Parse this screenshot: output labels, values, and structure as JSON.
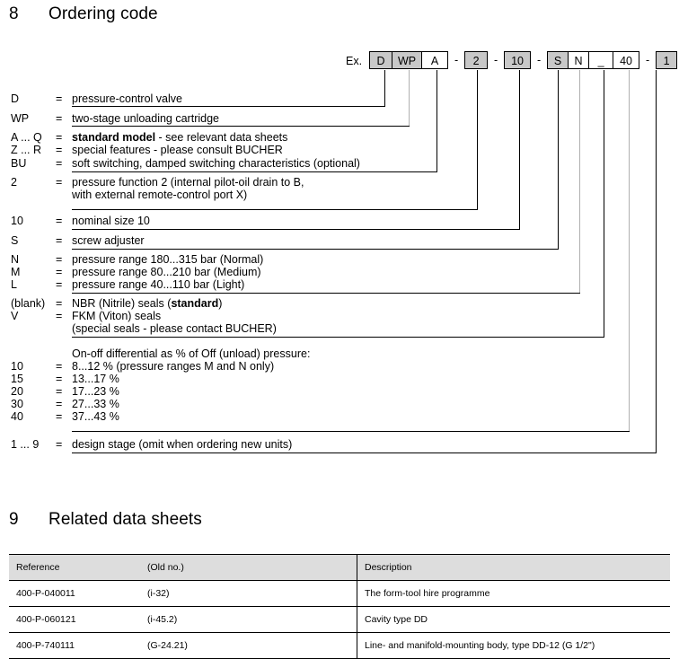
{
  "sections": {
    "ordering": {
      "number": "8",
      "title": "Ordering code"
    },
    "related": {
      "number": "9",
      "title": "Related data sheets"
    }
  },
  "example": {
    "label": "Ex.",
    "dash": "-",
    "boxes": [
      {
        "text": "D",
        "fill": "gray",
        "width": 26
      },
      {
        "text": "WP",
        "fill": "gray",
        "width": 34
      },
      {
        "text": "A",
        "fill": "white",
        "width": 30
      },
      {
        "text": "2",
        "fill": "gray",
        "width": 26
      },
      {
        "text": "10",
        "fill": "gray",
        "width": 30
      },
      {
        "text": "S",
        "fill": "gray",
        "width": 24
      },
      {
        "text": "N",
        "fill": "white",
        "width": 24
      },
      {
        "text": "_",
        "fill": "white",
        "width": 28
      },
      {
        "text": "40",
        "fill": "white",
        "width": 30
      },
      {
        "text": "1",
        "fill": "gray",
        "width": 24
      }
    ]
  },
  "legend": [
    {
      "key": "D",
      "eq": "=",
      "text": "pressure-control valve"
    },
    {
      "key": "WP",
      "eq": "=",
      "text": "two-stage unloading cartridge"
    },
    {
      "key": "A ... Q",
      "eq": "=",
      "text": "standard model - see relevant data sheets",
      "bold_prefix": "standard model",
      "rest": " - see relevant data sheets"
    },
    {
      "key": "Z ... R",
      "eq": "=",
      "text": "special features - please consult BUCHER"
    },
    {
      "key": "BU",
      "eq": "=",
      "text": "soft switching, damped switching characteristics (optional)"
    },
    {
      "key": "2",
      "eq": "=",
      "text": "pressure function 2 (internal pilot-oil drain to B,"
    },
    {
      "key": "",
      "eq": "",
      "text": "with external remote-control port X)"
    },
    {
      "key": "10",
      "eq": "=",
      "text": "nominal size 10"
    },
    {
      "key": "S",
      "eq": "=",
      "text": "screw adjuster"
    },
    {
      "key": "N",
      "eq": "=",
      "text": "pressure range 180...315 bar (Normal)"
    },
    {
      "key": "M",
      "eq": "=",
      "text": "pressure range   80...210 bar (Medium)"
    },
    {
      "key": "L",
      "eq": "=",
      "text": "pressure range   40...110 bar (Light)"
    },
    {
      "key": "(blank)",
      "eq": "=",
      "text": "NBR (Nitrile) seals  (standard)",
      "bold_suffix": "standard"
    },
    {
      "key": "V",
      "eq": "=",
      "text": "FKM (Viton) seals"
    },
    {
      "key": "",
      "eq": "",
      "text": "(special seals - please contact BUCHER)"
    },
    {
      "key": "",
      "eq": "",
      "text": "On-off differential as % of Off (unload) pressure:"
    },
    {
      "key": "10",
      "eq": "=",
      "text": "  8...12 % (pressure ranges M and N only)"
    },
    {
      "key": "15",
      "eq": "=",
      "text": "13...17 %"
    },
    {
      "key": "20",
      "eq": "=",
      "text": "17...23 %"
    },
    {
      "key": "30",
      "eq": "=",
      "text": "27...33 %"
    },
    {
      "key": "40",
      "eq": "=",
      "text": "37...43 %"
    },
    {
      "key": "1 ... 9",
      "eq": "=",
      "text": "design stage (omit when ordering new units)"
    }
  ],
  "table": {
    "headers": [
      "Reference",
      "(Old no.)",
      "Description"
    ],
    "rows": [
      [
        "400-P-040011",
        "(i-32)",
        "The form-tool hire programme"
      ],
      [
        "400-P-060121",
        "(i-45.2)",
        "Cavity type DD"
      ],
      [
        "400-P-740111",
        "(G-24.21)",
        "Line- and manifold-mounting body, type DD-12 (G 1/2\")"
      ]
    ]
  },
  "colors": {
    "box_gray": "#c8c8c8",
    "header_gray": "#dddddd",
    "rule": "#000000",
    "leader_light": "#b0b0b0"
  }
}
